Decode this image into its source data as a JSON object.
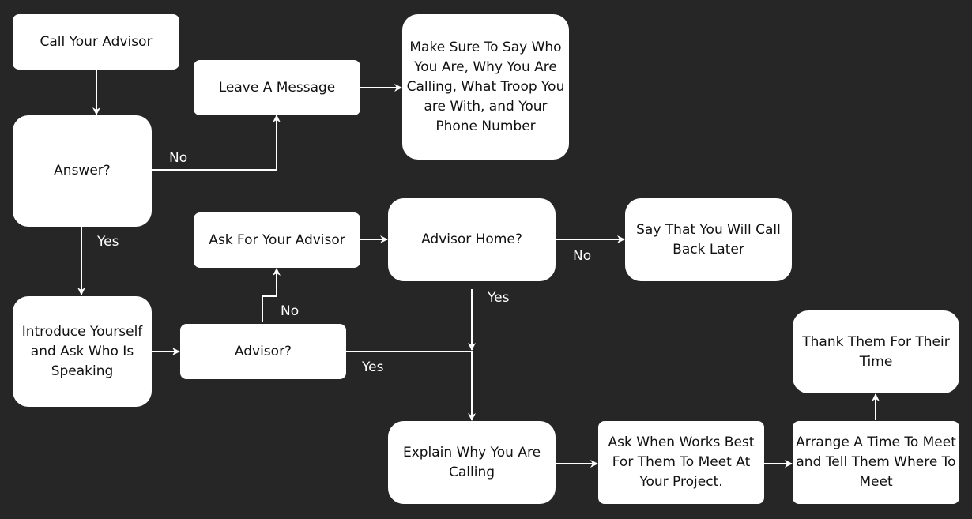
{
  "nodes": {
    "call_advisor": "Call Your Advisor",
    "leave_message": "Leave A Message",
    "make_sure": "Make Sure To Say Who You Are, Why You Are Calling, What Troop You are With, and Your Phone Number",
    "answer": "Answer?",
    "ask_for_advisor": "Ask For Your Advisor",
    "advisor_home": "Advisor Home?",
    "call_back": "Say That You Will Call Back Later",
    "introduce": "Introduce Yourself and Ask Who Is Speaking",
    "advisor": "Advisor?",
    "thank": "Thank Them For Their Time",
    "explain": "Explain Why You Are Calling",
    "ask_when": "Ask When Works Best For Them To Meet At Your Project.",
    "arrange": "Arrange A Time To Meet and Tell Them Where To Meet"
  },
  "edge_labels": {
    "answer_no": "No",
    "answer_yes": "Yes",
    "home_no": "No",
    "home_yes": "Yes",
    "advisor_no": "No",
    "advisor_yes": "Yes"
  },
  "colors": {
    "background": "#262626",
    "node_fill": "#ffffff",
    "node_text": "#111111",
    "connector": "#ffffff"
  }
}
